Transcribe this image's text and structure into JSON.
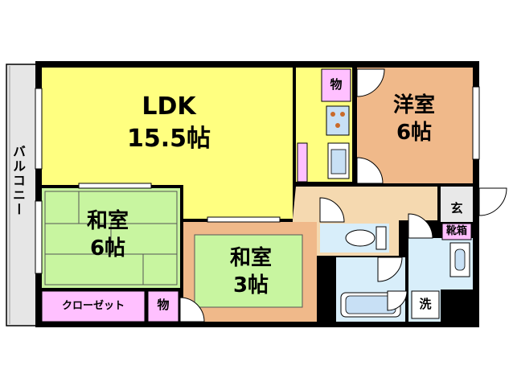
{
  "rooms": {
    "ldk": {
      "name": "LDK",
      "size": "15.5帖"
    },
    "western": {
      "name": "洋室",
      "size": "6帖"
    },
    "washitsu6": {
      "name": "和室",
      "size": "6帖"
    },
    "washitsu3": {
      "name": "和室",
      "size": "3帖"
    },
    "balcony": {
      "label": "バルコニー"
    },
    "closet": {
      "label": "クローゼット"
    },
    "storage_top": {
      "label": "物"
    },
    "storage_bottom": {
      "label": "物"
    },
    "entrance": {
      "label": "玄"
    },
    "shoe_box": {
      "label": "靴箱"
    },
    "washer": {
      "label": "洗"
    }
  },
  "colors": {
    "ldk": "#ffff80",
    "western": "#f0b98a",
    "washitsu": "#c8f5a0",
    "corridor": "#f5d9b0",
    "water": "#d8eefa",
    "storage": "#ffc0ff",
    "balcony": "#e6e6e6",
    "wall": "#000000"
  }
}
